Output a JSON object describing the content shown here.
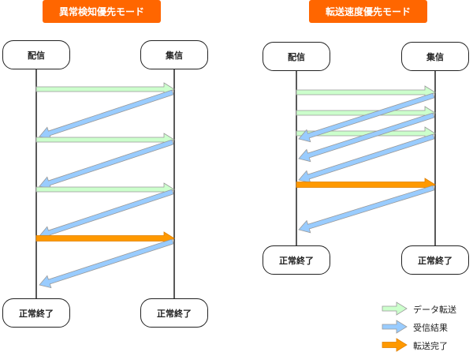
{
  "left": {
    "title": "異常検知優先モード",
    "sender": "配信",
    "receiver": "集信",
    "end_sender": "正常終了",
    "end_receiver": "正常終了",
    "sequence": [
      "data",
      "ack",
      "data",
      "ack",
      "data",
      "ack",
      "done",
      "ack"
    ]
  },
  "right": {
    "title": "転送速度優先モード",
    "sender": "配信",
    "receiver": "集信",
    "end_sender": "正常終了",
    "end_receiver": "正常終了",
    "sequence": [
      "data",
      "data",
      "data",
      "ack",
      "ack",
      "ack",
      "done",
      "ack"
    ]
  },
  "legend": [
    {
      "label": "データ転送",
      "kind": "data"
    },
    {
      "label": "受信結果",
      "kind": "ack"
    },
    {
      "label": "転送完了",
      "kind": "done"
    }
  ],
  "colors": {
    "title_bg": "#ff6600",
    "data": "#ccffcc",
    "ack": "#99ccff",
    "done": "#ff9900"
  }
}
